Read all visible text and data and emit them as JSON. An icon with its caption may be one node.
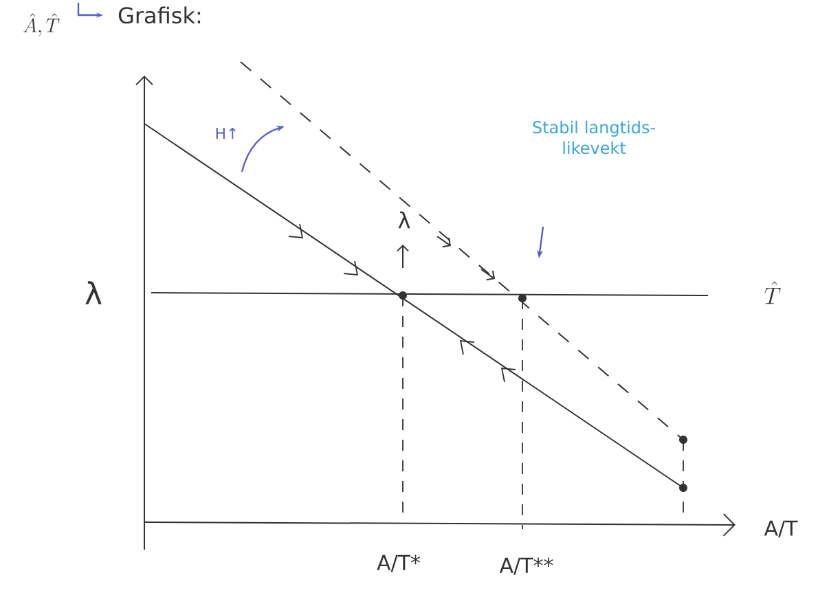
{
  "diagram": {
    "title": "Grafisk:",
    "labels": [
      "\\hat{A},\\hat{T}",
      "H↑",
      "Stabil langtids-likevekt",
      "λ",
      "λ",
      "\\hat{T}",
      "A/T*",
      "A/T**",
      "A/T"
    ]
  }
}
